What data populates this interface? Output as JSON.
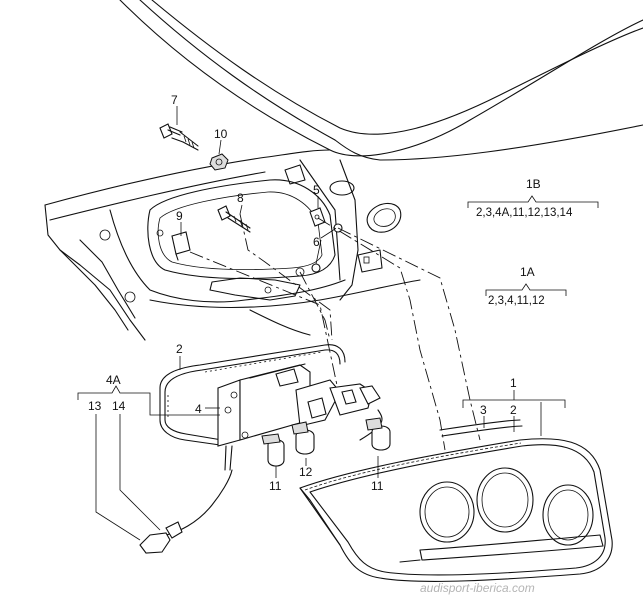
{
  "callouts": {
    "c1": "1",
    "c2": "2",
    "c3": "3",
    "c4": "4",
    "c5": "5",
    "c6": "6",
    "c7": "7",
    "c8": "8",
    "c9": "9",
    "c10": "10",
    "c11a": "11",
    "c11b": "11",
    "c12": "12",
    "c13": "13",
    "c14": "14",
    "c4a": "4A",
    "c2b": "2"
  },
  "groups": {
    "g1b_title": "1B",
    "g1b_items": "2,3,4A,11,12,13,14",
    "g1a_title": "1A",
    "g1a_items": "2,3,4,11,12"
  },
  "watermark": "audisport-iberica.com"
}
